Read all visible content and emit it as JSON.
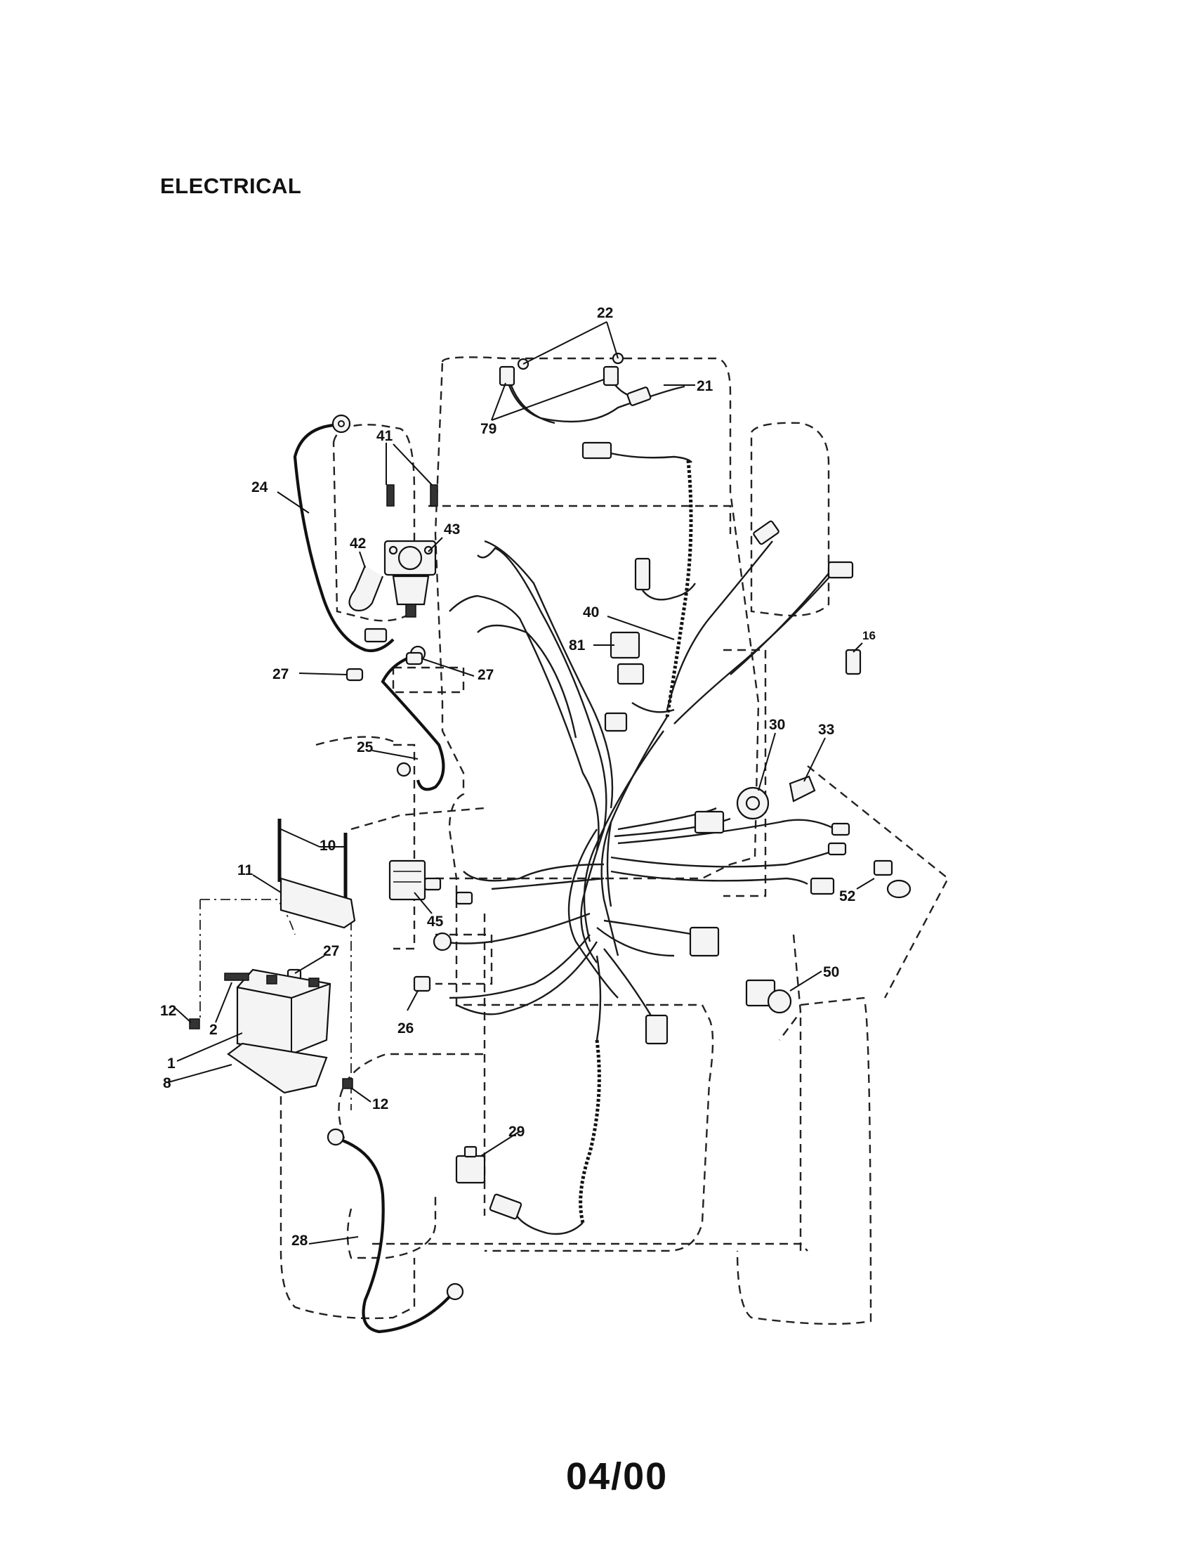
{
  "page": {
    "title": "ELECTRICAL",
    "footer_code": "04/00"
  },
  "callouts": [
    {
      "id": "c22a",
      "text": "22"
    },
    {
      "id": "c21",
      "text": "21"
    },
    {
      "id": "c79",
      "text": "79"
    },
    {
      "id": "c41",
      "text": "41"
    },
    {
      "id": "c24",
      "text": "24"
    },
    {
      "id": "c42",
      "text": "42"
    },
    {
      "id": "c43",
      "text": "43"
    },
    {
      "id": "c40",
      "text": "40"
    },
    {
      "id": "c81",
      "text": "81"
    },
    {
      "id": "c16",
      "text": "16"
    },
    {
      "id": "c27a",
      "text": "27"
    },
    {
      "id": "c27b",
      "text": "27"
    },
    {
      "id": "c25",
      "text": "25"
    },
    {
      "id": "c33",
      "text": "33"
    },
    {
      "id": "c30",
      "text": "30"
    },
    {
      "id": "c10",
      "text": "10"
    },
    {
      "id": "c11",
      "text": "11"
    },
    {
      "id": "c45",
      "text": "45"
    },
    {
      "id": "c52",
      "text": "52"
    },
    {
      "id": "c27c",
      "text": "27"
    },
    {
      "id": "c50",
      "text": "50"
    },
    {
      "id": "c12a",
      "text": "12"
    },
    {
      "id": "c2",
      "text": "2"
    },
    {
      "id": "c26",
      "text": "26"
    },
    {
      "id": "c1",
      "text": "1"
    },
    {
      "id": "c8",
      "text": "8"
    },
    {
      "id": "c12b",
      "text": "12"
    },
    {
      "id": "c29",
      "text": "29"
    },
    {
      "id": "c28",
      "text": "28"
    }
  ]
}
